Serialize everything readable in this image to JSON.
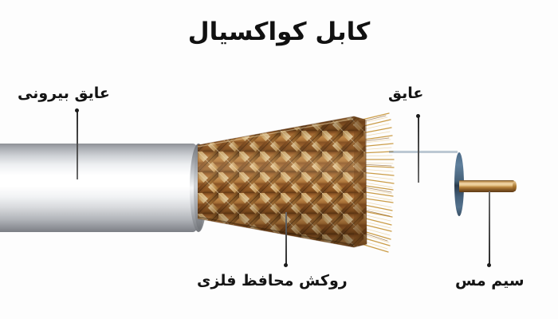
{
  "diagram": {
    "title": "کابل کواکسیال",
    "language": "fa",
    "background_color": "#fdfdfd",
    "labels": [
      {
        "id": "outer-jacket",
        "text": "عایق بیرونی",
        "position": "top-left",
        "points_to": "outer white plastic jacket"
      },
      {
        "id": "dielectric",
        "text": "عایق",
        "position": "top-right",
        "points_to": "blue dielectric insulator"
      },
      {
        "id": "shield",
        "text": "روکش محافظ فلزی",
        "position": "bottom-center",
        "points_to": "braided copper shield"
      },
      {
        "id": "core",
        "text": "سیم مس",
        "position": "bottom-right",
        "points_to": "copper centre conductor"
      }
    ],
    "parts": [
      {
        "id": "jacket",
        "name": "outer-jacket",
        "color": "#ffffff",
        "shade_color": "#8d9096"
      },
      {
        "id": "braid",
        "name": "braided-copper-shield",
        "color": "#a9692f",
        "highlight_color": "#e8c98d",
        "dark_color": "#5c3314"
      },
      {
        "id": "dielectric",
        "name": "blue-dielectric",
        "color": "#3b566f",
        "dark_color": "#1d2a38"
      },
      {
        "id": "core",
        "name": "copper-wire",
        "color": "#c79a5c",
        "highlight_color": "#f0d6a8"
      }
    ],
    "leader_line_color": "#2a2a2a",
    "title_color": "#111111",
    "label_color": "#141414"
  }
}
